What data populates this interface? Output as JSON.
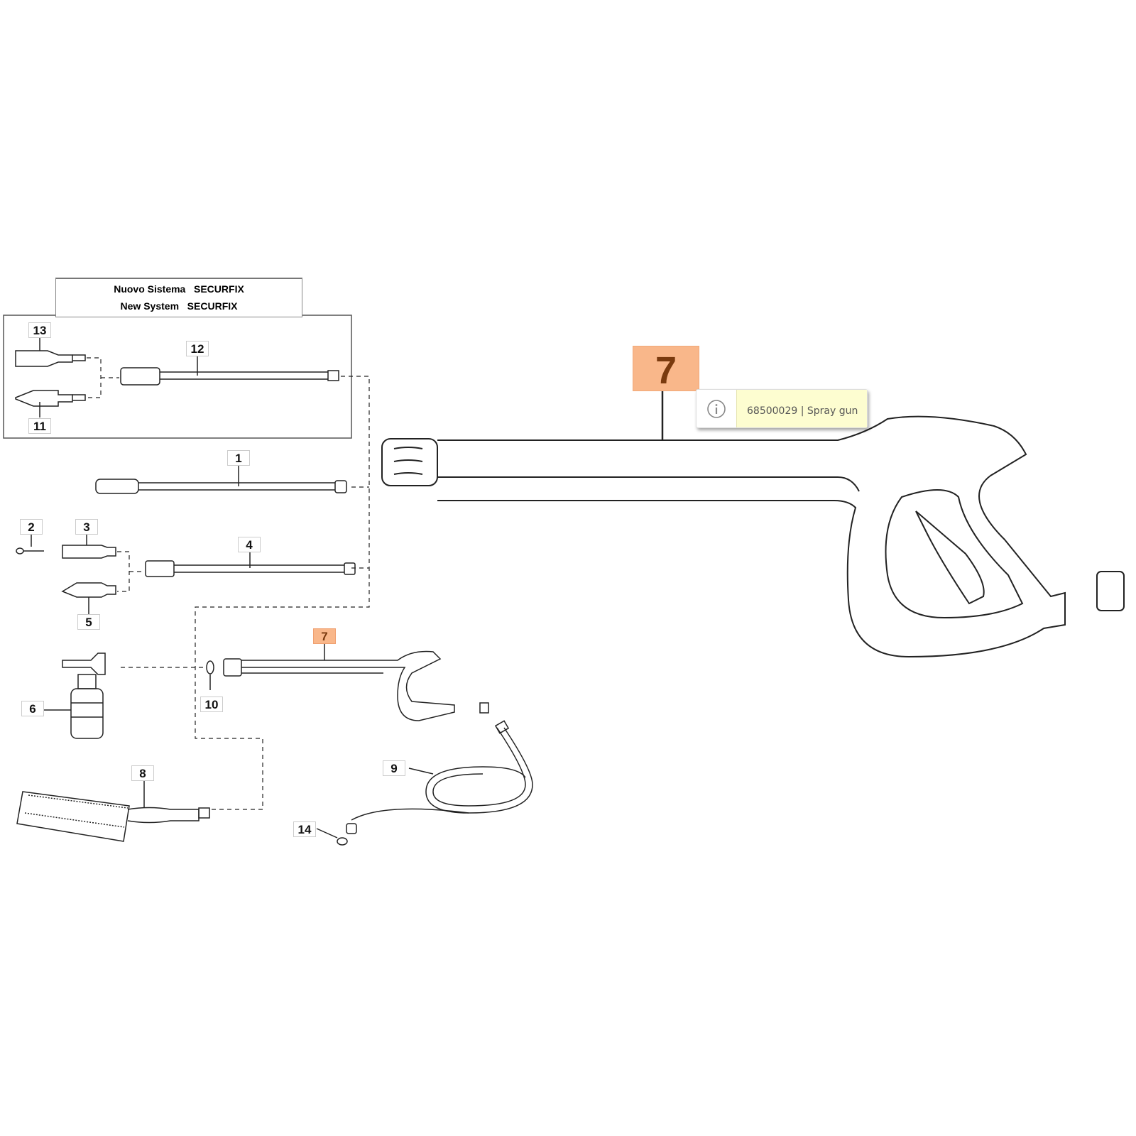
{
  "header": {
    "line1": "Nuovo Sistema   SECURFIX",
    "line2": "New System   SECURFIX"
  },
  "labels": {
    "p1": "1",
    "p2": "2",
    "p3": "3",
    "p4": "4",
    "p5": "5",
    "p6": "6",
    "p7": "7",
    "p8": "8",
    "p9": "9",
    "p10": "10",
    "p11": "11",
    "p12": "12",
    "p13": "13",
    "p14": "14"
  },
  "selected": {
    "label": "7",
    "tooltip": "68500029 | Spray gun",
    "icon": "info-icon"
  },
  "colors": {
    "highlight": "#f9b78a",
    "tooltip_bg": "#fdfdd0"
  }
}
